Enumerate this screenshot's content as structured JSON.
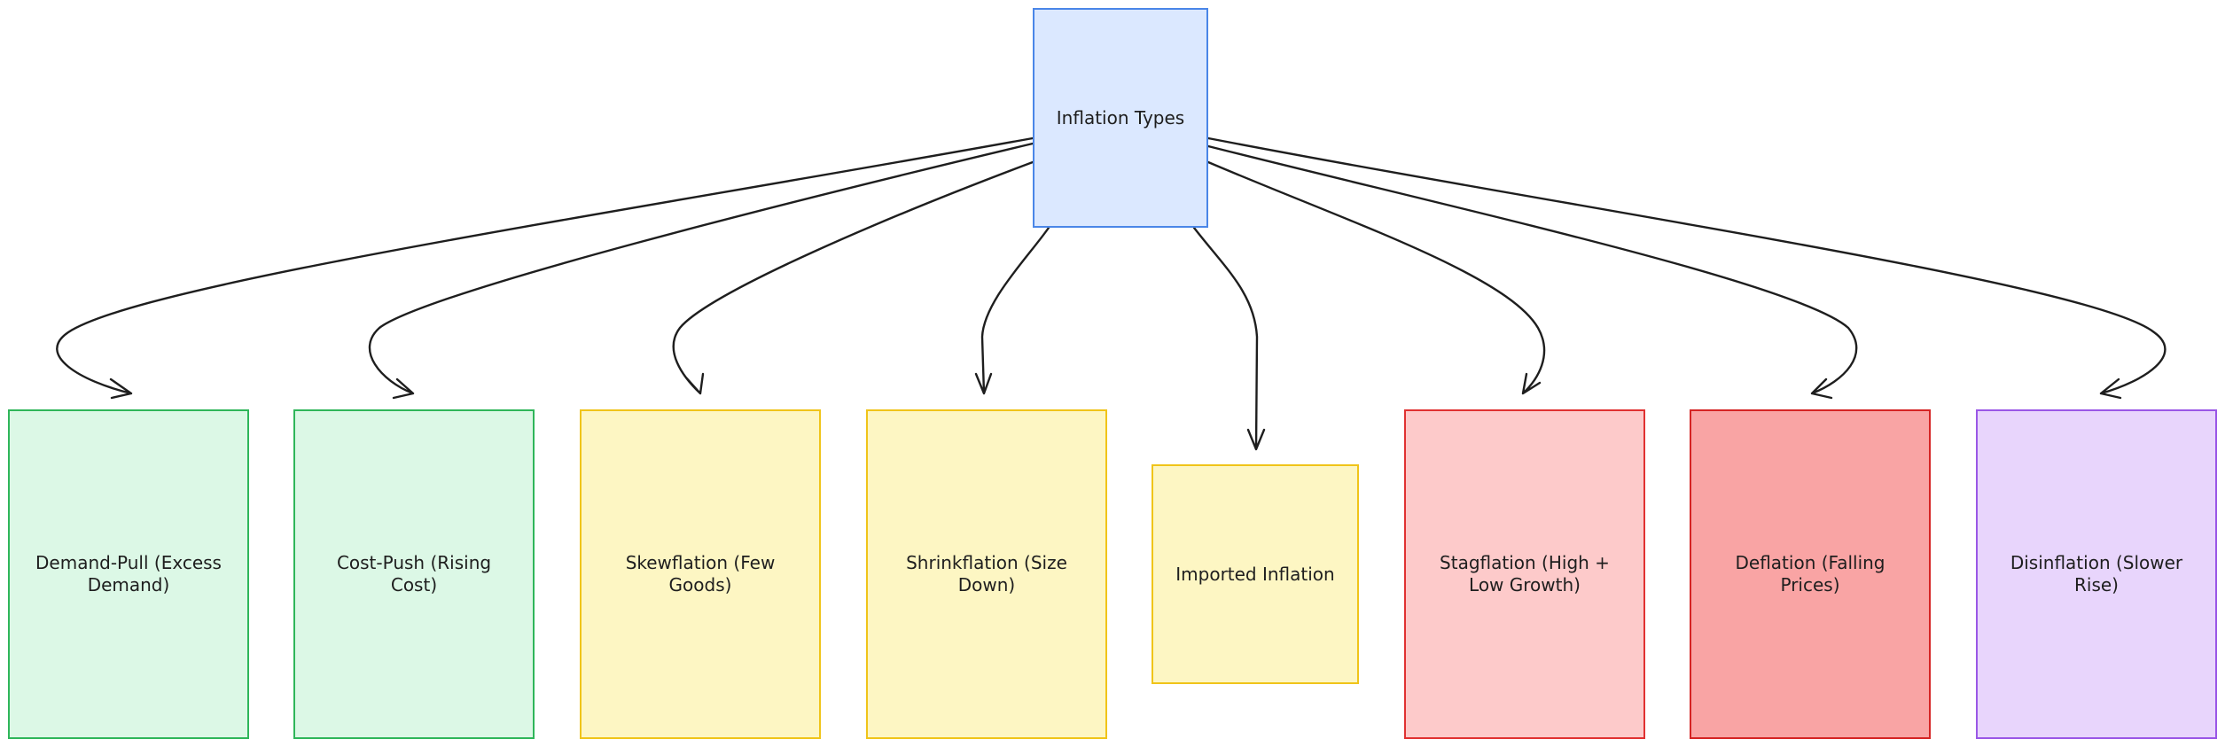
{
  "diagram": {
    "root": {
      "label": "Inflation Types",
      "fill": "#dbe8ff",
      "stroke": "#4a86e8"
    },
    "children": [
      {
        "label": "Demand-Pull (Excess Demand)",
        "fill": "#dcf8e6",
        "stroke": "#2fb65a"
      },
      {
        "label": "Cost-Push (Rising Cost)",
        "fill": "#dcf8e6",
        "stroke": "#2fb65a"
      },
      {
        "label": "Skewflation (Few Goods)",
        "fill": "#fdf6c3",
        "stroke": "#f0c419"
      },
      {
        "label": "Shrinkflation (Size Down)",
        "fill": "#fdf6c3",
        "stroke": "#f0c419"
      },
      {
        "label": "Imported Inflation",
        "fill": "#fdf6c3",
        "stroke": "#f0c419"
      },
      {
        "label": "Stagflation (High + Low Growth)",
        "fill": "#fdcaca",
        "stroke": "#e03131"
      },
      {
        "label": "Deflation (Falling Prices)",
        "fill": "#f9a4a4",
        "stroke": "#d52424"
      },
      {
        "label": "Disinflation (Slower Rise)",
        "fill": "#e8d5fc",
        "stroke": "#9a57e6"
      }
    ]
  }
}
